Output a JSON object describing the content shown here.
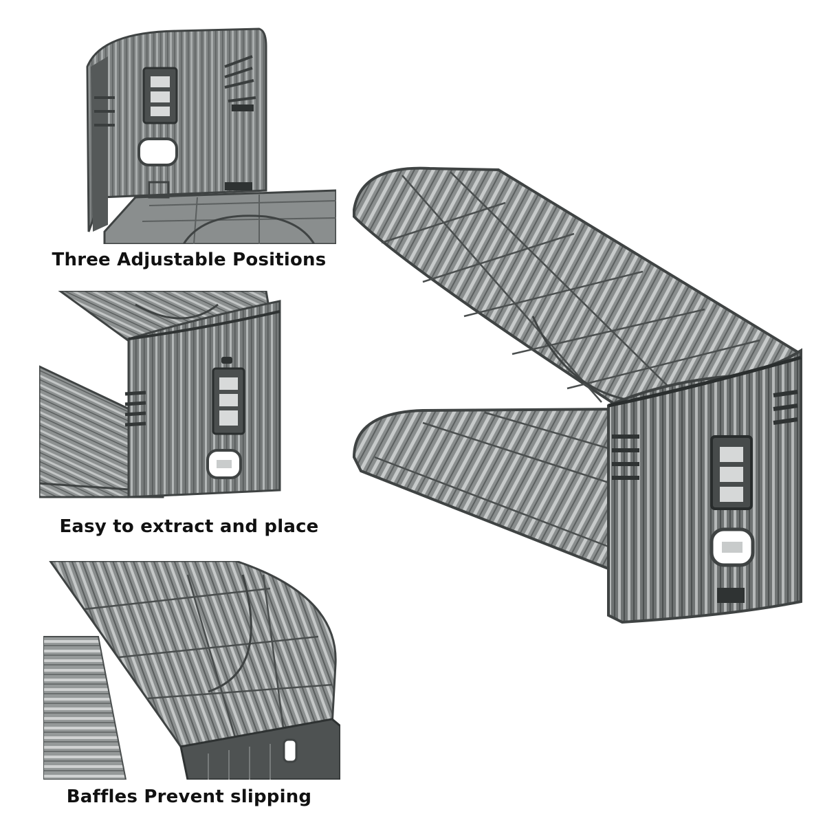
{
  "captions": {
    "positions": "Three Adjustable Positions",
    "extract": "Easy to extract and place",
    "baffles": "Baffles Prevent slipping"
  },
  "colors": {
    "plastic": "#6f7373",
    "plastic_dark": "#3f4343",
    "plastic_light": "#b9bcbc",
    "background": "#ffffff",
    "text": "#111111"
  }
}
